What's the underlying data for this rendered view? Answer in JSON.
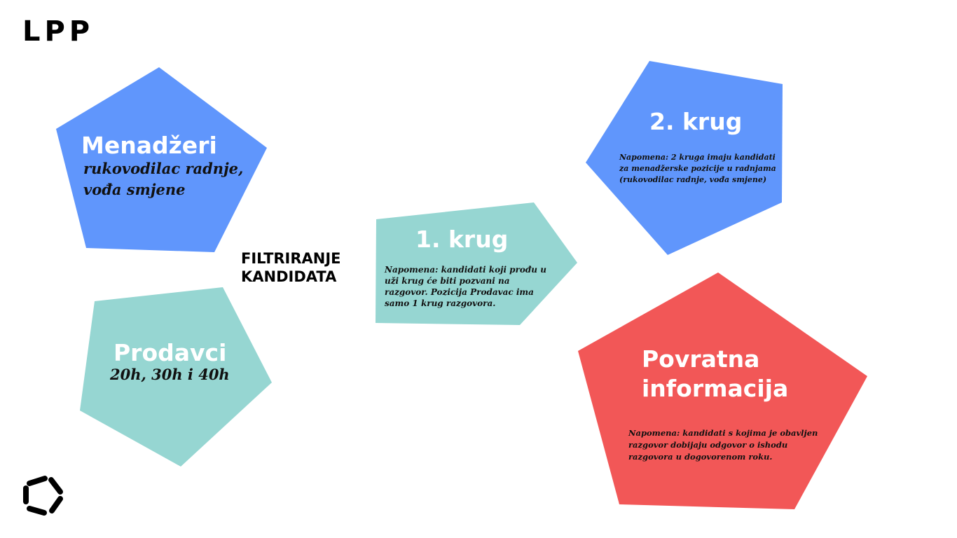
{
  "logo": {
    "text": "LPP"
  },
  "colors": {
    "blue": "#6096FC",
    "teal": "#96D6D2",
    "red": "#F25757"
  },
  "center_label": {
    "line1": "FILTRIRANJE",
    "line2": "KANDIDATA"
  },
  "managers": {
    "title": "Menadžeri",
    "subtitle_line1": "rukovodilac radnje,",
    "subtitle_line2": "vođa smjene"
  },
  "sellers": {
    "title": "Prodavci",
    "subtitle": "20h, 30h i 40h"
  },
  "round1": {
    "title": "1. krug",
    "note": "Napomena: kandidati koji prođu u uži krug će biti pozvani na razgovor. Pozicija Prodavac ima samo 1 krug razgovora."
  },
  "round2": {
    "title": "2. krug",
    "note": "Napomena: 2 kruga imaju kandidati za menadžerske pozicije u radnjama (rukovodilac radnje, vođa smjene)"
  },
  "feedback": {
    "title_line1": "Povratna",
    "title_line2": "informacija",
    "note": "Napomena: kandidati s kojima je obavljen razgovor dobijaju odgovor o ishodu razgovora u dogovorenom roku."
  }
}
